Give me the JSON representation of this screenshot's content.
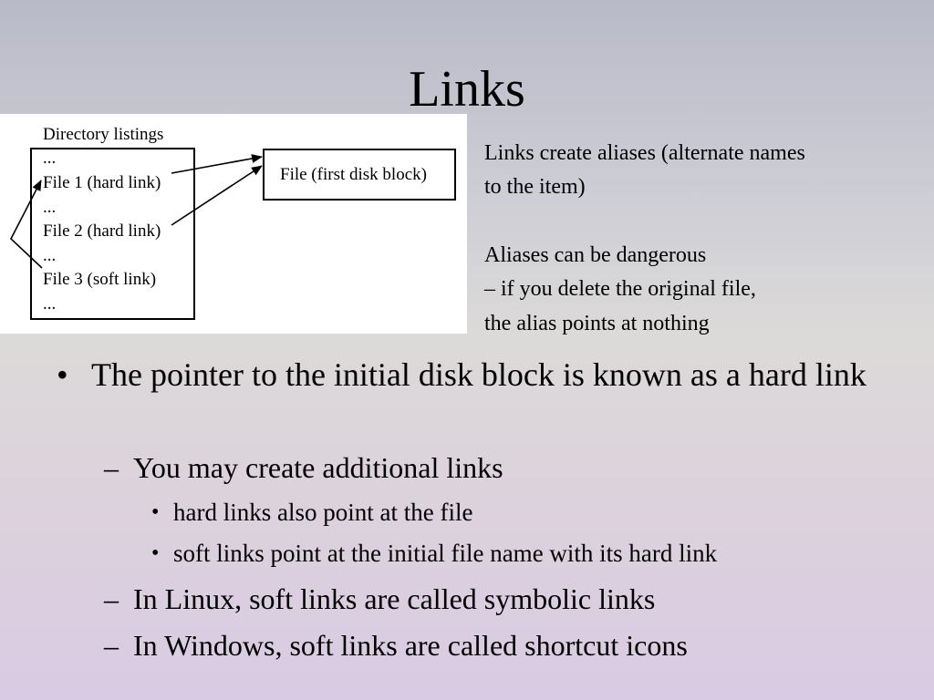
{
  "slide": {
    "title": "Links"
  },
  "diagram": {
    "heading": "Directory listings",
    "listing": [
      "...",
      "File 1 (hard link)",
      "...",
      "File 2 (hard link)",
      "...",
      "File 3 (soft link)",
      "..."
    ],
    "file_box": "File (first disk block)"
  },
  "notes": {
    "line1": "Links create aliases (alternate names",
    "line2": "to the item)",
    "line3": "Aliases can be dangerous",
    "line4": "– if you delete the original file,",
    "line5": "the alias points at nothing"
  },
  "bullets": {
    "l1_mark": "•",
    "l1_text": "The pointer to the initial disk block is known as a hard link",
    "dash": "–",
    "dot": "•",
    "sub1": "You may create additional links",
    "sub1a": "hard links also point at the file",
    "sub1b": "soft links point at the initial file name with its hard link",
    "sub2": "In Linux, soft links are called symbolic links",
    "sub3": "In Windows, soft links are called shortcut icons"
  }
}
